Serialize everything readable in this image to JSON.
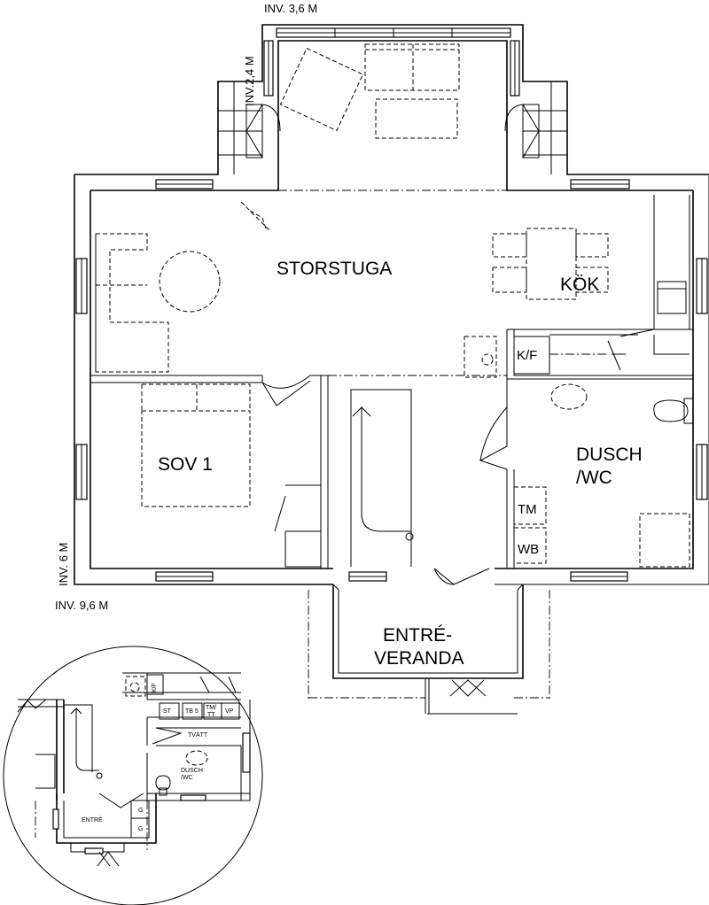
{
  "dimensions": {
    "top": "INV. 3,6 M",
    "upper_left": "INV.2,4  M",
    "left": "INV. 6 M",
    "bottom_left": "INV. 9,6  M"
  },
  "rooms": {
    "storstuga": "STORSTUGA",
    "kok": "KÖK",
    "sov1": "SOV 1",
    "dusch_line1": "DUSCH",
    "dusch_line2": "/WC",
    "entre_line1": "ENTRÉ-",
    "entre_line2": "VERANDA"
  },
  "fixtures": {
    "kf": "K/F",
    "tm": "TM",
    "wb": "WB"
  },
  "inset": {
    "kf": "K/F",
    "st": "ST",
    "tb5": "TB 5",
    "tm_tt_1": "TM/",
    "tm_tt_2": "TT",
    "vp": "VP",
    "tvatt": "TVÄTT",
    "dusch_1": "DUSCH",
    "dusch_2": "/WC",
    "entre": "ENTRÉ",
    "g1": "G",
    "g2": "G"
  }
}
